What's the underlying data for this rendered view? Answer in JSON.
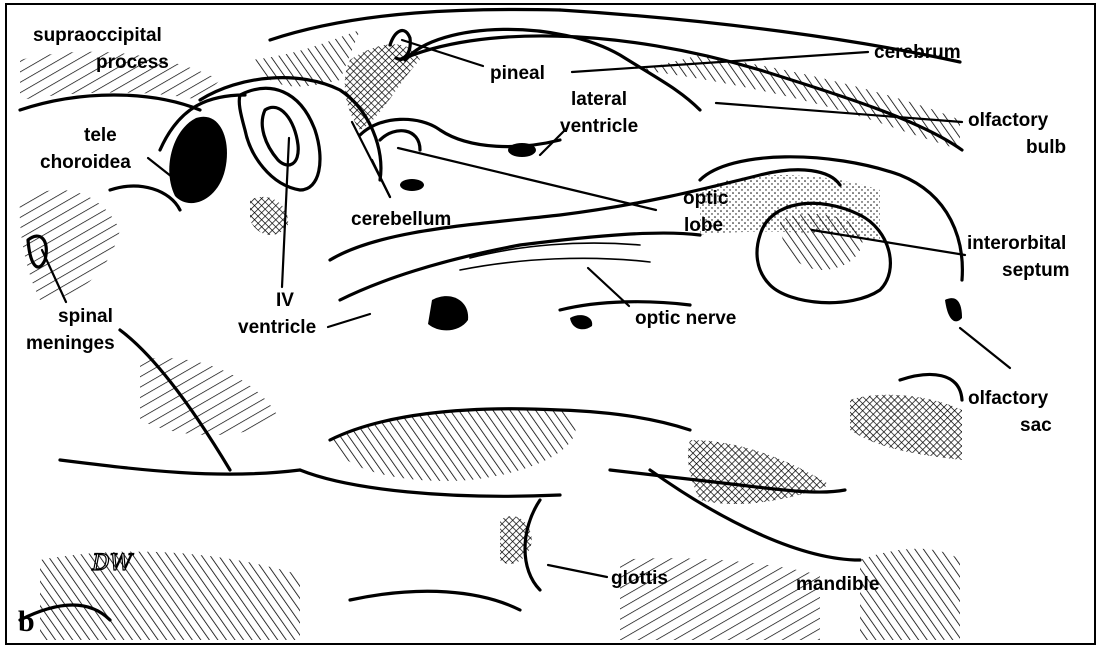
{
  "panel_label": "b",
  "artist_signature": "DW",
  "labels": {
    "supraoccipital_process": [
      "supraoccipital",
      "process"
    ],
    "pineal": [
      "pineal"
    ],
    "cerebrum": [
      "cerebrum"
    ],
    "olfactory_bulb": [
      "olfactory",
      "bulb"
    ],
    "lateral_ventricle": [
      "lateral",
      "ventricle"
    ],
    "tele_choroidea": [
      "tele",
      "choroidea"
    ],
    "optic_lobe": [
      "optic",
      "lobe"
    ],
    "cerebellum": [
      "cerebellum"
    ],
    "interorbital_septum": [
      "interorbital",
      "septum"
    ],
    "iv_ventricle": [
      "IV",
      "ventricle"
    ],
    "spinal_meninges": [
      "spinal",
      "meninges"
    ],
    "optic_nerve": [
      "optic nerve"
    ],
    "olfactory_sac": [
      "olfactory",
      "sac"
    ],
    "glottis": [
      "glottis"
    ],
    "mandible": [
      "mandible"
    ]
  }
}
